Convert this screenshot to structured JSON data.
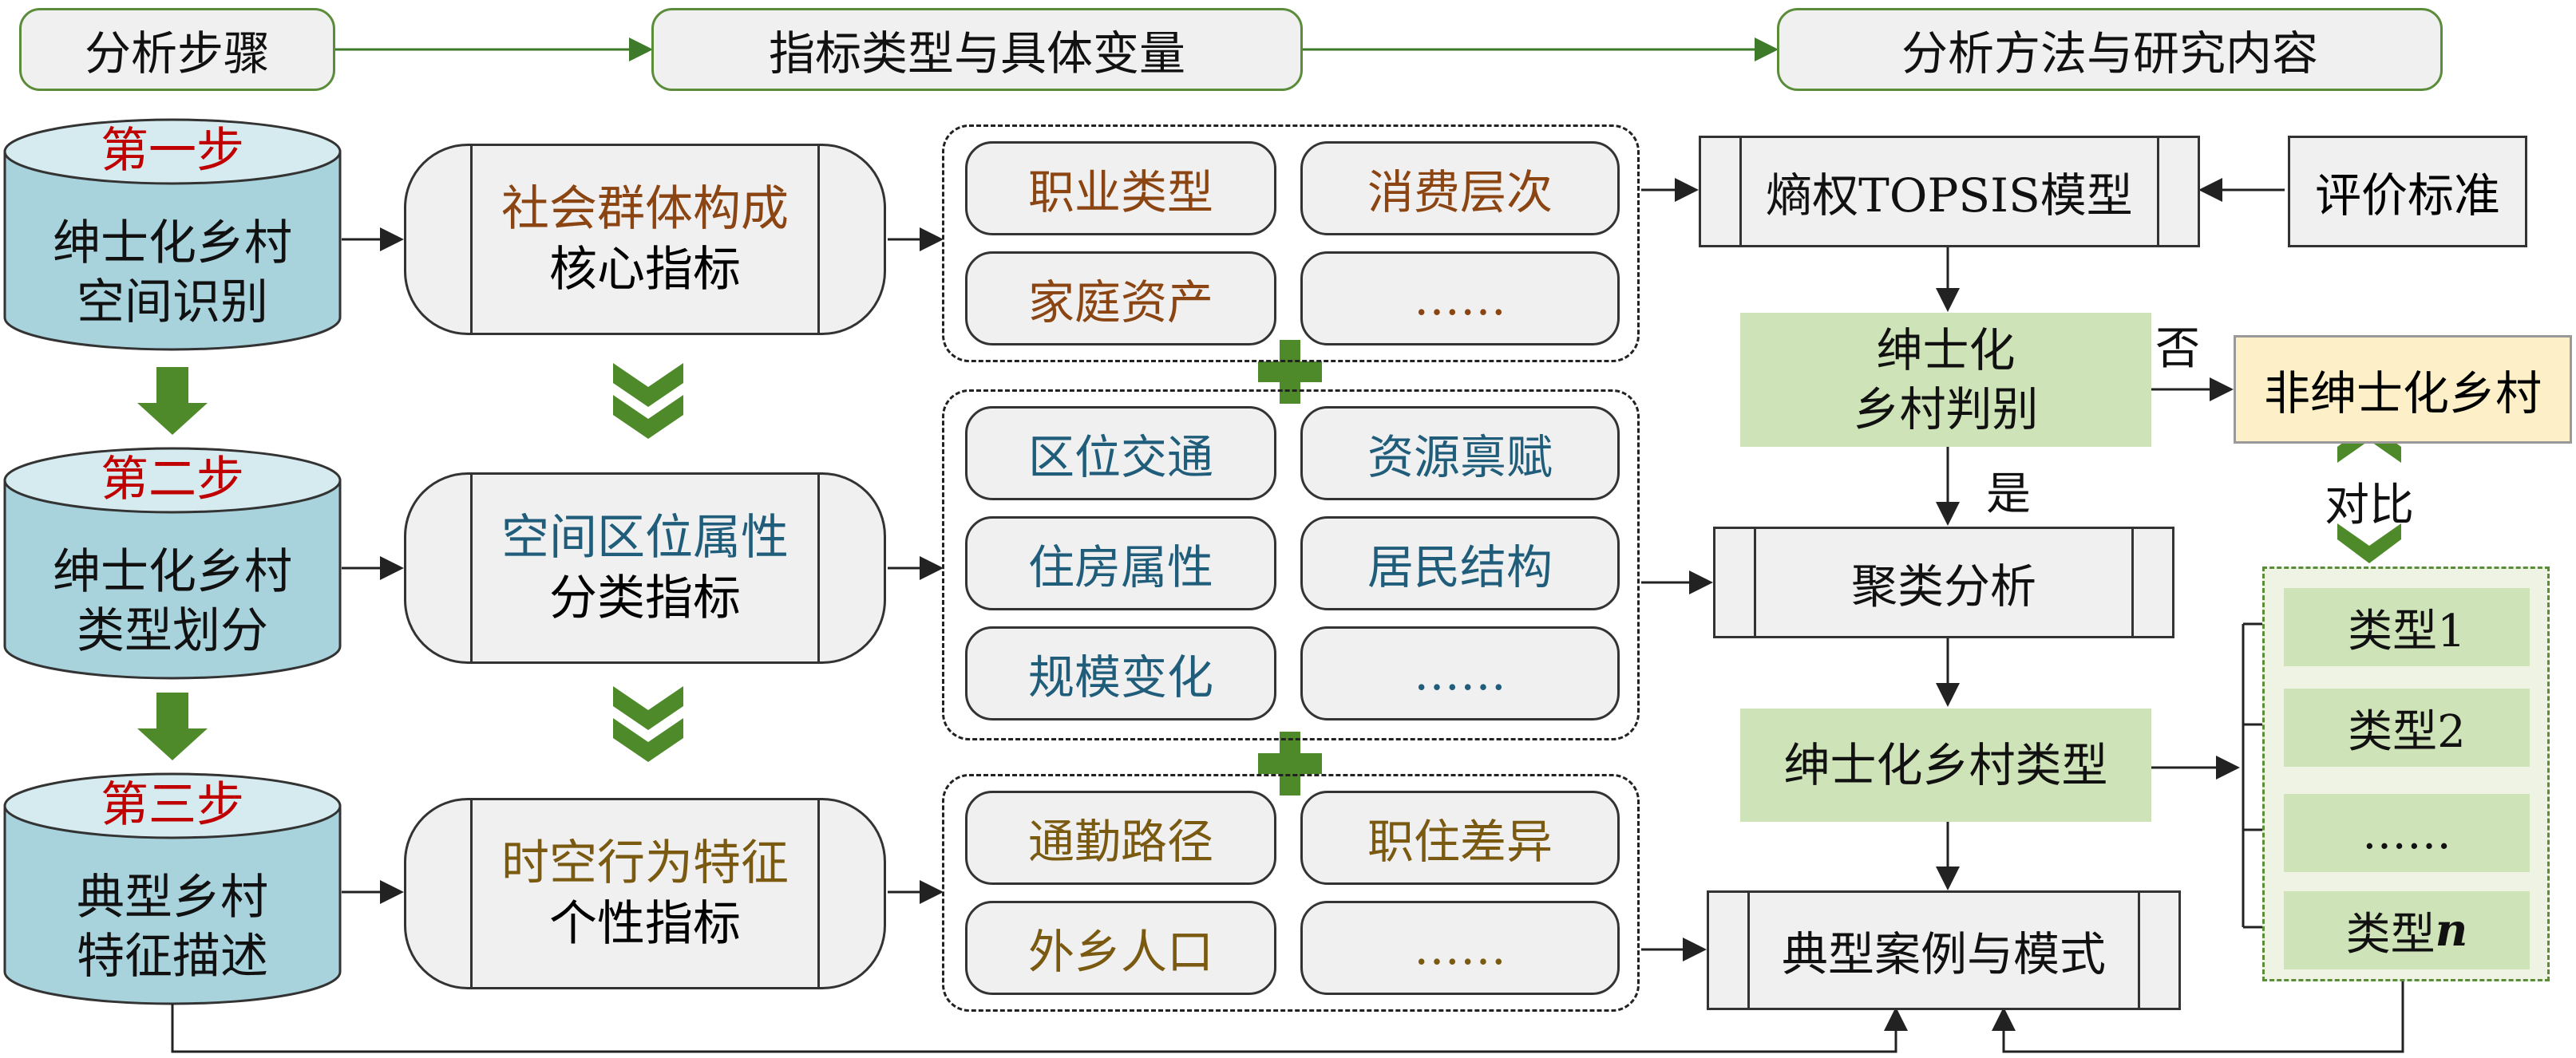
{
  "headers": {
    "steps": "分析步骤",
    "indicators": "指标类型与具体变量",
    "methods": "分析方法与研究内容"
  },
  "steps": [
    {
      "label": "第一步",
      "line1": "绅士化乡村",
      "line2": "空间识别"
    },
    {
      "label": "第二步",
      "line1": "绅士化乡村",
      "line2": "类型划分"
    },
    {
      "label": "第三步",
      "line1": "典型乡村",
      "line2": "特征描述"
    }
  ],
  "indicators": [
    {
      "line1": "社会群体构成",
      "line2": "核心指标",
      "color": "#8b4513"
    },
    {
      "line1": "空间区位属性",
      "line2": "分类指标",
      "color": "#1f5d7a"
    },
    {
      "line1": "时空行为特征",
      "line2": "个性指标",
      "color": "#7a5a10"
    }
  ],
  "variables": {
    "group1": [
      "职业类型",
      "消费层次",
      "家庭资产",
      "……"
    ],
    "group2": [
      "区位交通",
      "资源禀赋",
      "住房属性",
      "居民结构",
      "规模变化",
      "……"
    ],
    "group3": [
      "通勤路径",
      "职住差异",
      "外乡人口",
      "……"
    ]
  },
  "methods": {
    "entropy": "熵权TOPSIS模型",
    "criteria": "评价标准",
    "judge_line1": "绅士化",
    "judge_line2": "乡村判别",
    "no_label": "否",
    "non_gentrified": "非绅士化乡村",
    "yes_label": "是",
    "cluster": "聚类分析",
    "compare": "对比",
    "rural_types": "绅士化乡村类型",
    "cases": "典型案例与模式"
  },
  "types": {
    "t1": "类型1",
    "t2": "类型2",
    "t3": "……",
    "tn_prefix": "类型",
    "tn_suffix": "n"
  },
  "colors": {
    "cylinder": "#a8d2dc",
    "step_red": "#c00000",
    "green_fill": "#cfe3b8",
    "green_arrow": "#4e8a2a",
    "header_border": "#5a8c3a",
    "yellow_fill": "#fdf0c8"
  }
}
